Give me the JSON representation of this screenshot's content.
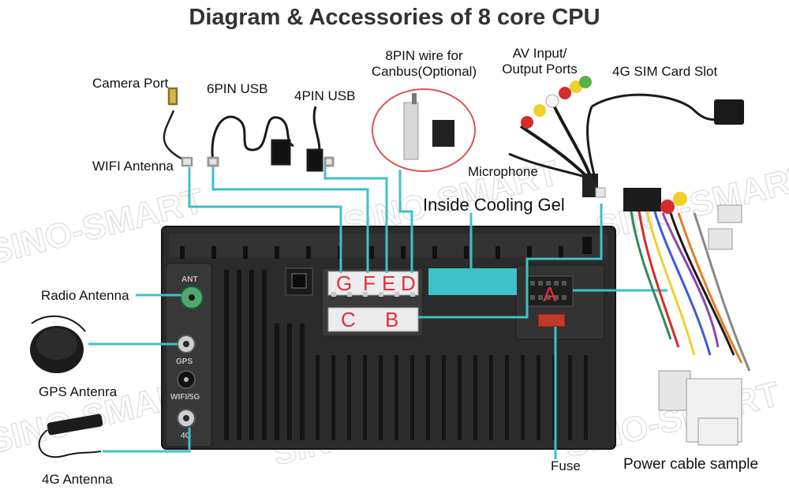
{
  "title": "Diagram & Accessories of 8 core CPU",
  "watermark": "SINO-SMART",
  "labels": {
    "camera_port": "Camera Port",
    "wifi_antenna": "WIFI Antenna",
    "usb_6pin": "6PIN USB",
    "usb_4pin": "4PIN USB",
    "canbus_wire": "8PIN wire for\nCanbus(Optional)",
    "av_ports": "AV Input/\nOutput Ports",
    "sim_slot": "4G SIM Card Slot",
    "microphone": "Microphone",
    "cooling_gel": "Inside Cooling Gel",
    "radio_antenna": "Radio Antenna",
    "gps_antenna": "GPS Antenra",
    "antenna_4g": "4G Antenna",
    "fuse": "Fuse",
    "power_cable": "Power cable sample"
  },
  "connectors": {
    "g": "G",
    "f": "F",
    "e": "E",
    "d": "D",
    "c": "C",
    "b": "B",
    "a": "A"
  },
  "port_labels": {
    "ant": "ANT",
    "gps": "GPS",
    "wifi": "WIFI/5G",
    "g4": "4G"
  },
  "colors": {
    "line": "#3ec1c9",
    "accent": "#e0313b",
    "unit_body": "#2a2a2a"
  }
}
